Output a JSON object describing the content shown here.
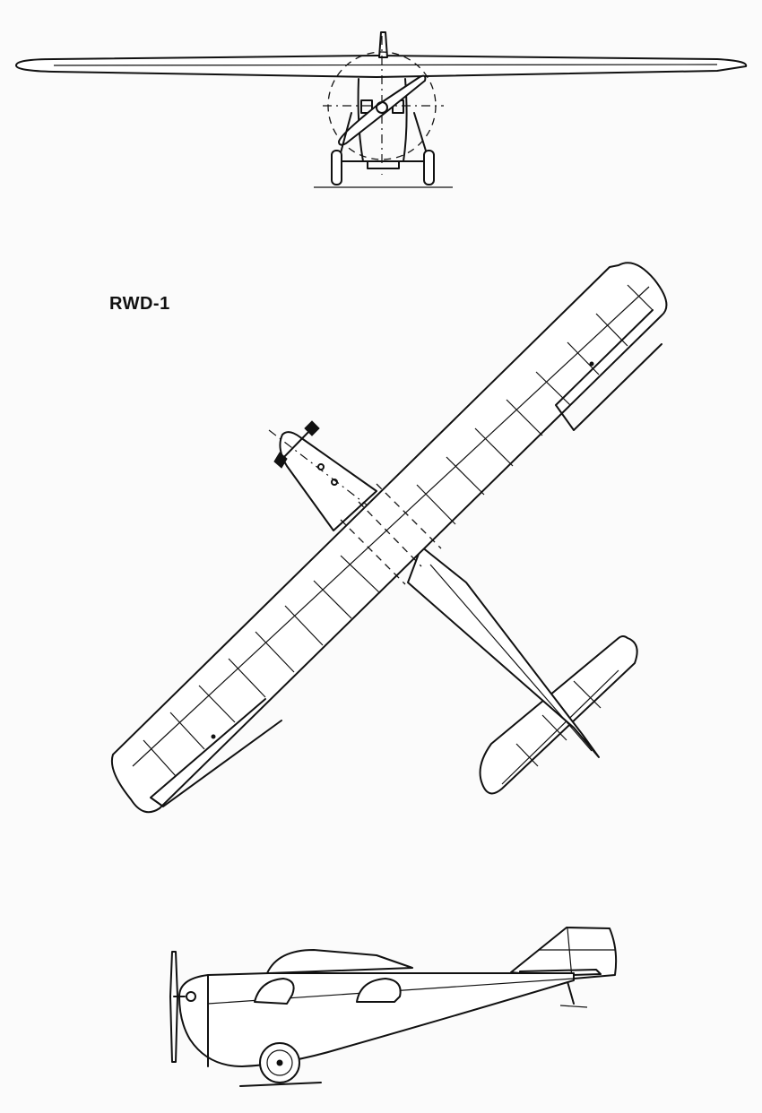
{
  "drawing": {
    "title": "RWD-1",
    "views": [
      "front-view",
      "top-view",
      "side-view"
    ]
  },
  "colors": {
    "ink": "#111111",
    "paper": "#fbfbfb"
  }
}
